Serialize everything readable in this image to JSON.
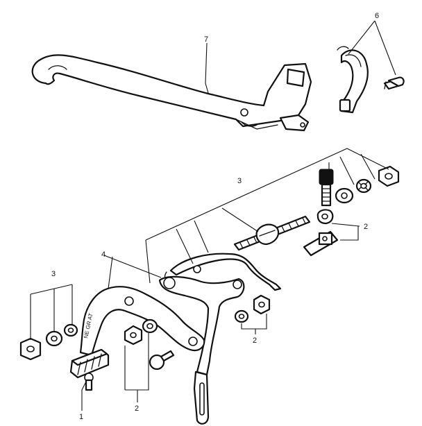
{
  "diagram": {
    "callouts": {
      "c1": "1",
      "c2a": "2",
      "c2b": "2",
      "c2c": "2",
      "c3a": "3",
      "c3b": "3",
      "c4": "4",
      "c6": "6",
      "c7": "7"
    },
    "caliper_stamp": "NE GR AT",
    "ink_color": "#111111",
    "paper_color": "#ffffff"
  }
}
